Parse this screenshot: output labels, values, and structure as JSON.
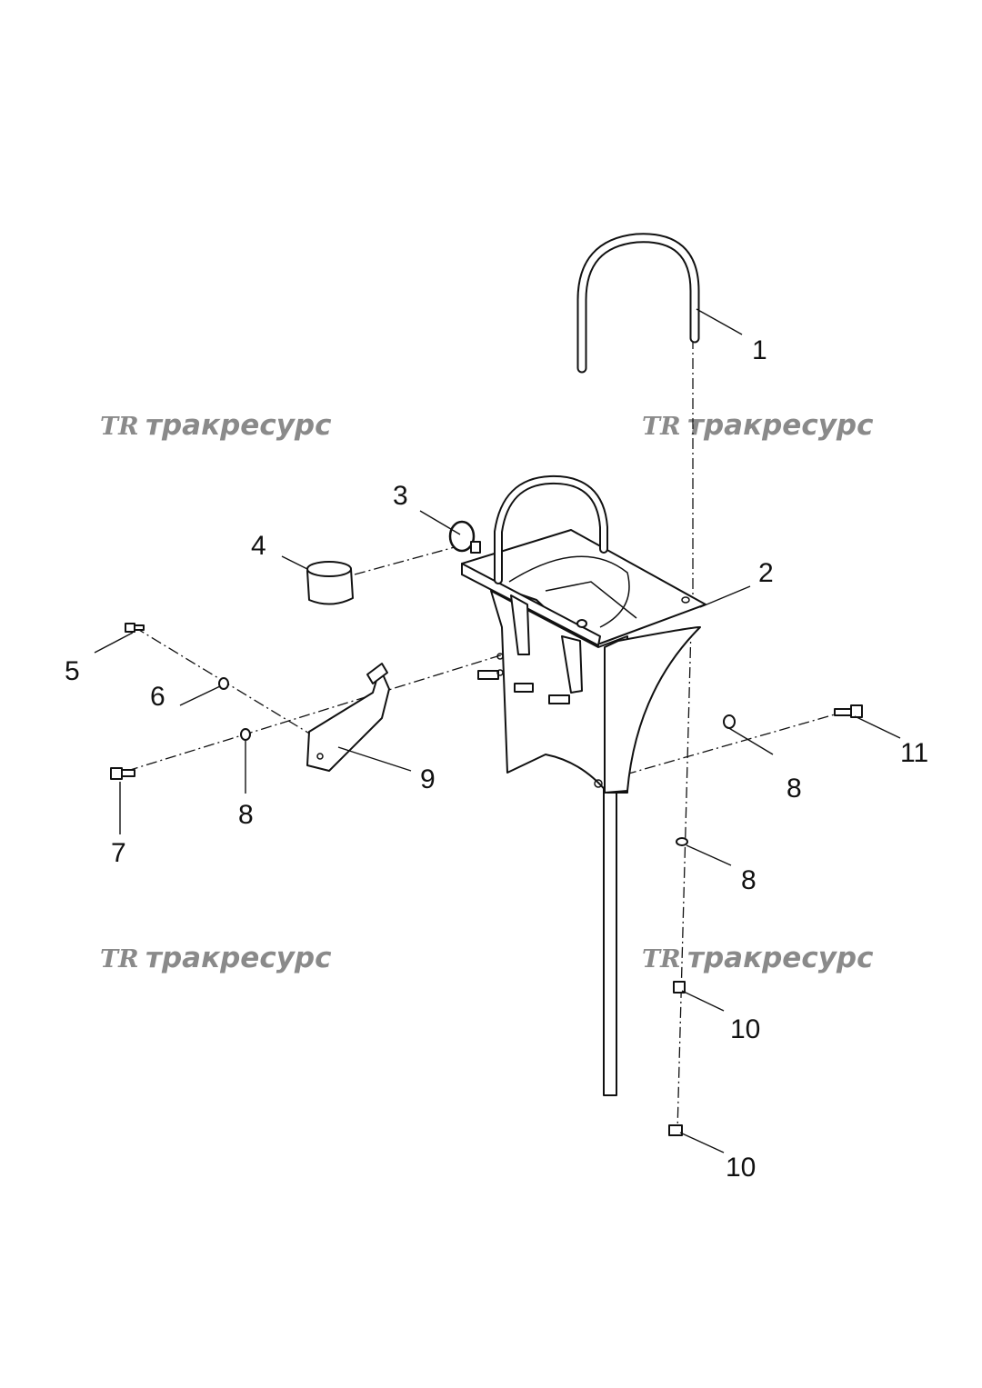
{
  "diagram": {
    "part_numbers": [
      "1",
      "2",
      "3",
      "4",
      "5",
      "6",
      "7",
      "8",
      "8",
      "8",
      "9",
      "10",
      "10",
      "11"
    ],
    "watermark": {
      "logo": "TR",
      "text": "тракресурс",
      "color": "#8a8a8a"
    },
    "line_color": "#111111"
  }
}
